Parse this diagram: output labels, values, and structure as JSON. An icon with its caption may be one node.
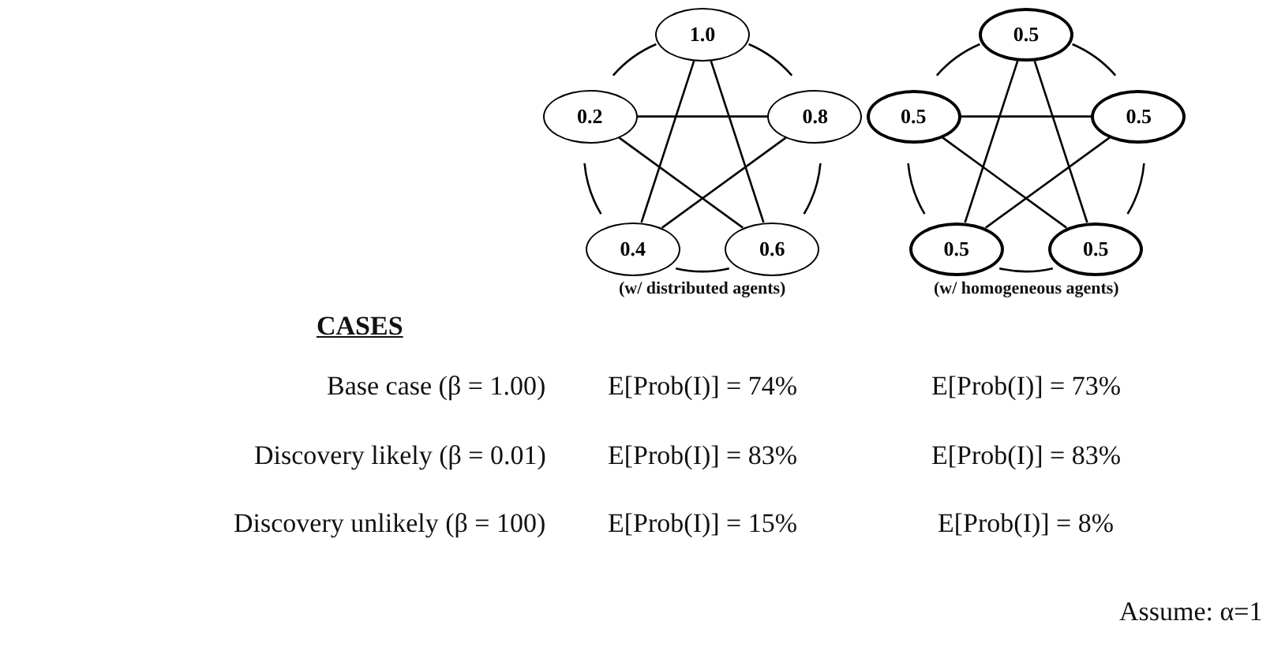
{
  "diagram": {
    "nodes": [
      {
        "text": [
          "1.0"
        ]
      },
      {
        "text": [
          "0.2"
        ]
      },
      {
        "text": [
          "0.8"
        ]
      },
      {
        "text": [
          "0.4"
        ]
      },
      {
        "text": [
          "0.6"
        ]
      },
      {
        "text": [
          "0.5"
        ]
      },
      {
        "text": [
          "0.5"
        ]
      },
      {
        "text": [
          "0.5"
        ]
      },
      {
        "text": [
          "0.5"
        ]
      },
      {
        "text": [
          "0.5"
        ]
      }
    ],
    "edges": [
      {
        "from": 0,
        "to": 1,
        "arrow": "none"
      },
      {
        "from": 0,
        "to": 2,
        "arrow": "none"
      },
      {
        "from": 1,
        "to": 3,
        "arrow": "none"
      },
      {
        "from": 2,
        "to": 4,
        "arrow": "none"
      },
      {
        "from": 3,
        "to": 4,
        "arrow": "none"
      },
      {
        "from": 0,
        "to": 3,
        "arrow": "none"
      },
      {
        "from": 0,
        "to": 4,
        "arrow": "none"
      },
      {
        "from": 1,
        "to": 2,
        "arrow": "none"
      },
      {
        "from": 1,
        "to": 4,
        "arrow": "none"
      },
      {
        "from": 2,
        "to": 3,
        "arrow": "none"
      },
      {
        "from": 5,
        "to": 6,
        "arrow": "none"
      },
      {
        "from": 5,
        "to": 7,
        "arrow": "none"
      },
      {
        "from": 6,
        "to": 8,
        "arrow": "none"
      },
      {
        "from": 7,
        "to": 9,
        "arrow": "none"
      },
      {
        "from": 8,
        "to": 9,
        "arrow": "none"
      },
      {
        "from": 5,
        "to": 8,
        "arrow": "none"
      },
      {
        "from": 5,
        "to": 9,
        "arrow": "none"
      },
      {
        "from": 6,
        "to": 7,
        "arrow": "none"
      },
      {
        "from": 6,
        "to": 9,
        "arrow": "none"
      },
      {
        "from": 7,
        "to": 8,
        "arrow": "none"
      }
    ],
    "labels": [
      "(w/ distributed agents)",
      "(w/ homogeneous agents)",
      "CASES",
      "Base case (β = 1.00)",
      "E[Prob(I)] = 74%",
      "E[Prob(I)] = 73%",
      "Discovery likely (β = 0.01)",
      "E[Prob(I)] = 83%",
      "E[Prob(I)] = 83%",
      "Discovery unlikely (β = 100)",
      "E[Prob(I)] = 15%",
      "E[Prob(I)] = 8%",
      "Assume: α=1"
    ]
  }
}
